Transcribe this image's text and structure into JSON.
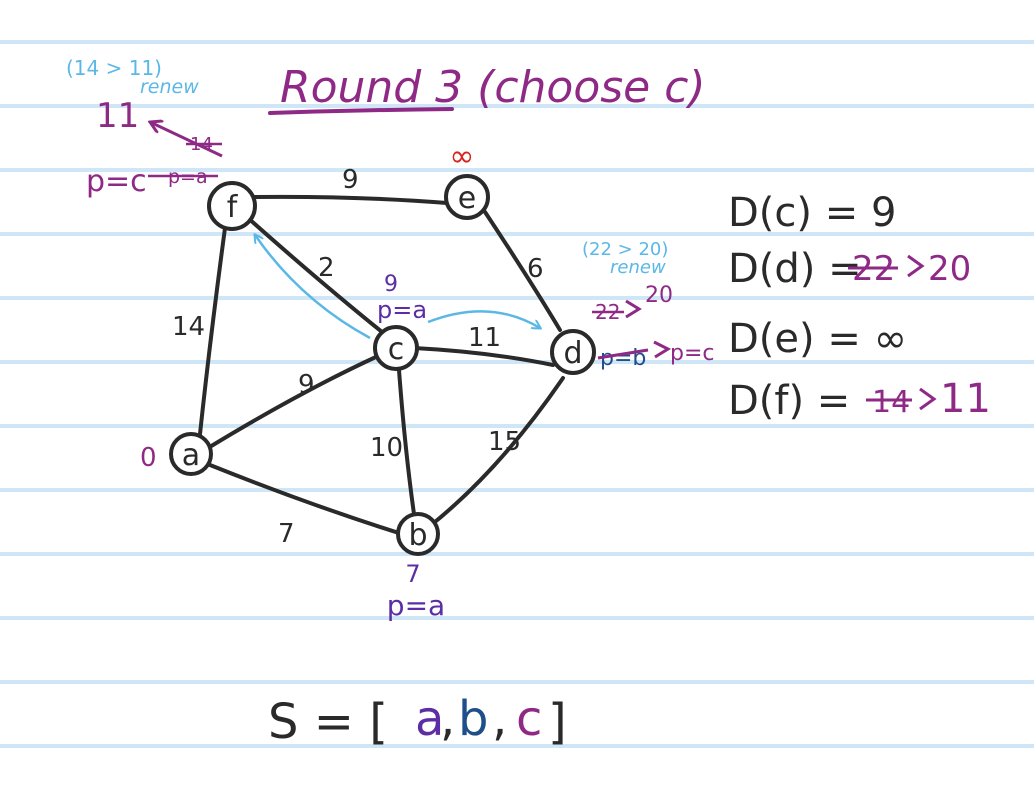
{
  "title": "Round 3 (choose c)",
  "colors": {
    "ink": "#2a2a2a",
    "purple": "#8e2a86",
    "violet": "#5b2ea6",
    "blue": "#1f4f8a",
    "red": "#d6261e",
    "cyan": "#5bb8e6",
    "rule": "#cfe6f6"
  },
  "nodes": {
    "a": {
      "label": "a",
      "dist": "0"
    },
    "b": {
      "label": "b",
      "dist": "7",
      "pred": "p=a"
    },
    "c": {
      "label": "c",
      "dist": "9",
      "pred": "p=a"
    },
    "d": {
      "label": "d",
      "note": "(22 > 20)",
      "renew": "renew",
      "old_dist": "22",
      "new_dist": "20",
      "old_pred": "p=b",
      "new_pred": "p=c"
    },
    "e": {
      "label": "e",
      "dist": "∞"
    },
    "f": {
      "label": "f",
      "note": "(14 > 11)",
      "renew": "renew",
      "old_dist": "14",
      "new_dist": "11",
      "old_pred": "p=a",
      "new_pred": "p=c"
    }
  },
  "edges": [
    {
      "from": "f",
      "to": "e",
      "weight": "9"
    },
    {
      "from": "f",
      "to": "c",
      "weight": "2"
    },
    {
      "from": "f",
      "to": "a",
      "weight": "14"
    },
    {
      "from": "e",
      "to": "d",
      "weight": "6"
    },
    {
      "from": "c",
      "to": "d",
      "weight": "11"
    },
    {
      "from": "a",
      "to": "c",
      "weight": "9"
    },
    {
      "from": "c",
      "to": "b",
      "weight": "10"
    },
    {
      "from": "b",
      "to": "d",
      "weight": "15"
    },
    {
      "from": "a",
      "to": "b",
      "weight": "7"
    }
  ],
  "distances": [
    {
      "label": "D(c) = ",
      "value": "9"
    },
    {
      "label": "D(d) = ",
      "old": "22",
      "value": "20"
    },
    {
      "label": "D(e) = ",
      "value": "∞"
    },
    {
      "label": "D(f) = ",
      "old": "14",
      "value": "11"
    }
  ],
  "set": {
    "prefix": "S = [",
    "items": [
      "a",
      "b",
      "c"
    ],
    "sep": ",",
    "suffix": "]"
  }
}
